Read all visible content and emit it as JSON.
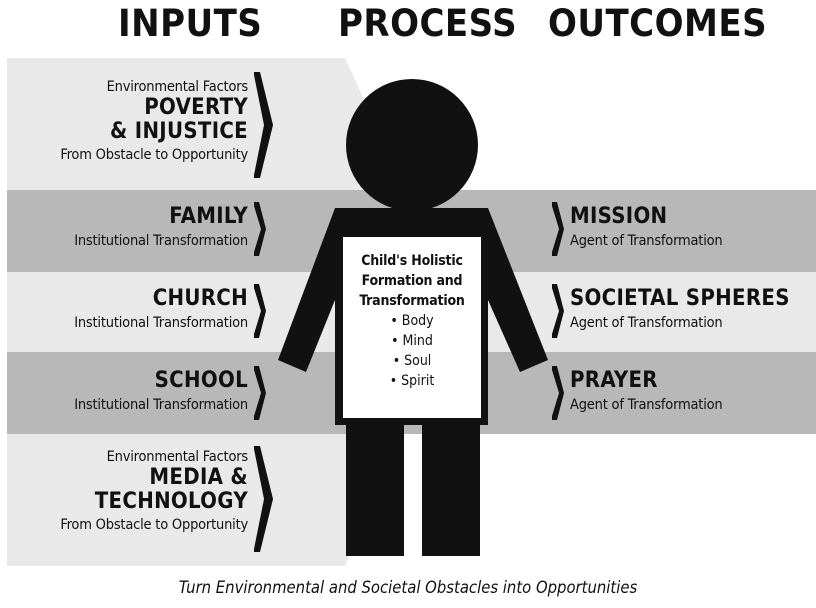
{
  "headers": {
    "inputs": "INPUTS",
    "process": "PROCESS",
    "outcomes": "OUTCOMES"
  },
  "inputs": {
    "poverty": {
      "line1": "Environmental Factors",
      "title1": "POVERTY",
      "title2": "& INJUSTICE",
      "line2": "From Obstacle to Opportunity"
    },
    "family": {
      "title": "FAMILY",
      "subtitle": "Institutional Transformation"
    },
    "church": {
      "title": "CHURCH",
      "subtitle": "Institutional Transformation"
    },
    "school": {
      "title": "SCHOOL",
      "subtitle": "Institutional Transformation"
    },
    "media": {
      "line1": "Environmental Factors",
      "title1": "MEDIA &",
      "title2": "TECHNOLOGY",
      "line2": "From Obstacle to Opportunity"
    }
  },
  "process": {
    "title_lines": [
      "Child's Holistic",
      "Formation and",
      "Transformation"
    ],
    "bullets": [
      "• Body",
      "• Mind",
      "• Soul",
      "• Spirit"
    ]
  },
  "outcomes": {
    "mission": {
      "title": "MISSION",
      "subtitle": "Agent of Transformation"
    },
    "societal": {
      "title": "SOCIETAL SPHERES",
      "subtitle": "Agent of Transformation"
    },
    "prayer": {
      "title": "PRAYER",
      "subtitle": "Agent of Transformation"
    }
  },
  "footer": "Turn Environmental and Societal Obstacles into Opportunities",
  "colors": {
    "light": "#e9e9e9",
    "mid": "#b5b5b5",
    "dark": "#111111",
    "white": "#ffffff"
  }
}
